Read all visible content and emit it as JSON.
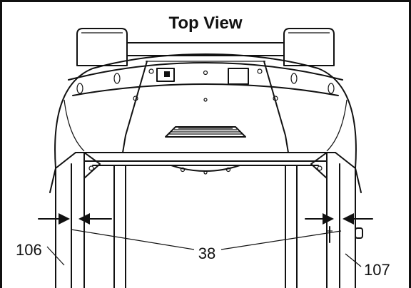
{
  "title": "Top View",
  "callouts": {
    "left_part": "106",
    "center_part": "38",
    "right_part": "107"
  }
}
